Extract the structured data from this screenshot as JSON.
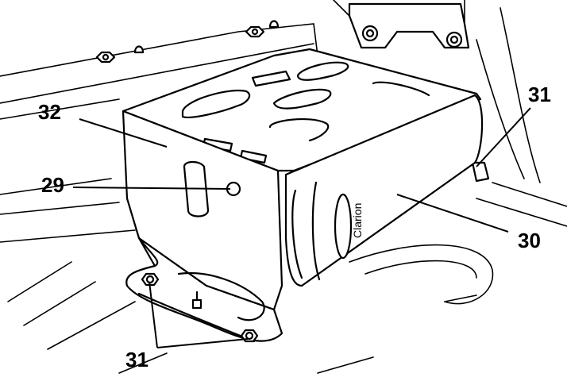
{
  "callouts": [
    {
      "id": "32",
      "label": "32"
    },
    {
      "id": "29",
      "label": "29"
    },
    {
      "id": "31a",
      "label": "31"
    },
    {
      "id": "30",
      "label": "30"
    },
    {
      "id": "31b",
      "label": "31"
    }
  ],
  "brand_logo": "Clarion",
  "colors": {
    "line": "#000000",
    "background": "#ffffff"
  }
}
